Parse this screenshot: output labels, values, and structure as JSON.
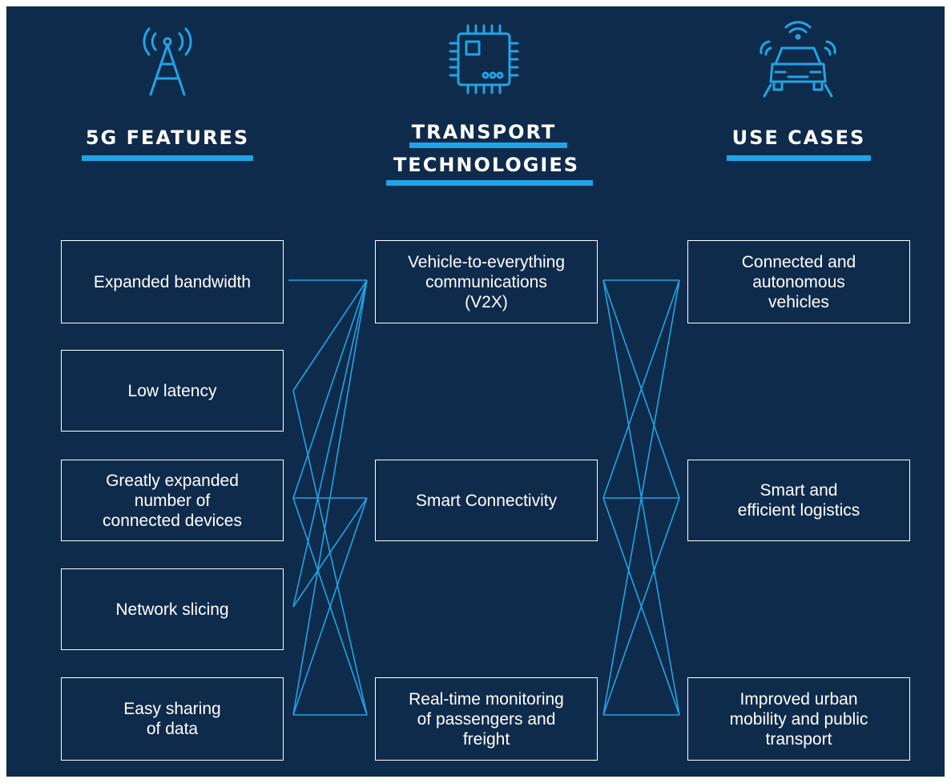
{
  "columns": {
    "features": {
      "heading": "5G FEATURES",
      "icon": "cell-tower-icon",
      "items": [
        "Expanded bandwidth",
        "Low latency",
        "Greatly expanded\nnumber of\nconnected devices",
        "Network slicing",
        "Easy sharing\nof data"
      ]
    },
    "technologies": {
      "heading_line1": "TRANSPORT",
      "heading_line2": "TECHNOLOGIES",
      "icon": "microchip-icon",
      "items": [
        "Vehicle-to-everything\ncommunications\n(V2X)",
        "Smart Connectivity",
        "Real-time monitoring\nof passengers and\nfreight"
      ]
    },
    "use_cases": {
      "heading": "USE CASES",
      "icon": "connected-car-icon",
      "items": [
        "Connected and\nautonomous\nvehicles",
        "Smart and\nefficient logistics",
        "Improved urban\nmobility and public\ntransport"
      ]
    }
  },
  "colors": {
    "background": "#0f2b4b",
    "accent": "#21a4e6",
    "text": "#ffffff"
  }
}
